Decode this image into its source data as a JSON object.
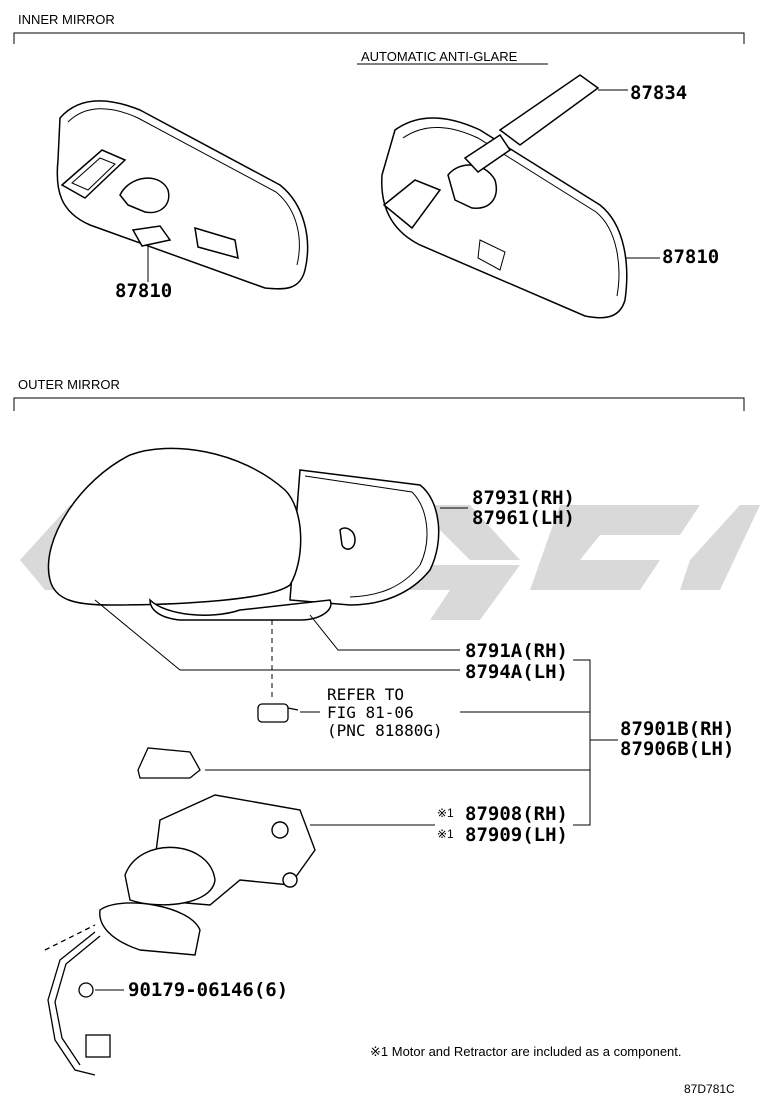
{
  "sections": {
    "inner": "INNER MIRROR",
    "outer": "OUTER MIRROR"
  },
  "inner_parts": {
    "anti_glare_label": "AUTOMATIC ANTI-GLARE",
    "p87834": "87834",
    "p87810_left": "87810",
    "p87810_right": "87810"
  },
  "outer_parts": {
    "p87931": "87931(RH)",
    "p87961": "87961(LH)",
    "p8791A": "8791A(RH)",
    "p8794A": "8794A(LH)",
    "refer_line1": "REFER TO",
    "refer_line2": "FIG 81-06",
    "refer_line3": "(PNC 81880G)",
    "p87901B": "87901B(RH)",
    "p87906B": "87906B(LH)",
    "mark1": "※1",
    "mark2": "※1",
    "p87908": "87908(RH)",
    "p87909": "87909(LH)",
    "p90179": "90179-06146(6)"
  },
  "footnote": "※1 Motor and Retractor are included as a component.",
  "figure_code": "87D781C",
  "colors": {
    "line": "#000000",
    "watermark": "#d6d6d6"
  }
}
